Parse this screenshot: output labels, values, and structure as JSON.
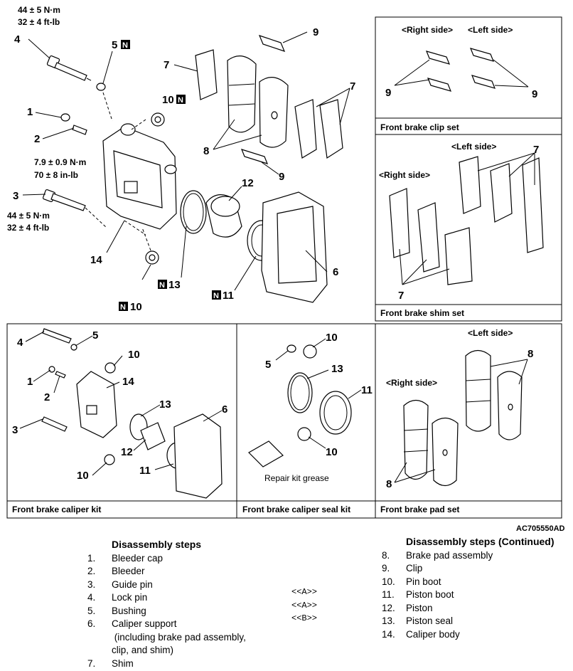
{
  "diagram": {
    "code": "AC705550AD",
    "torque": {
      "lock_pin_nm": "44 ± 5 N·m",
      "lock_pin_ftlb": "32 ± 4 ft-lb",
      "bleeder_nm": "7.9 ± 0.9 N·m",
      "bleeder_inlb": "70 ± 8 in-lb",
      "guide_pin_nm": "44 ± 5 N·m",
      "guide_pin_ftlb": "32 ± 4 ft-lb"
    },
    "main_callouts": [
      "1",
      "2",
      "3",
      "4",
      "5",
      "6",
      "7",
      "7",
      "8",
      "9",
      "9",
      "10",
      "10",
      "11",
      "12",
      "13",
      "14"
    ],
    "n_mark": "N",
    "panels": {
      "clip_set": {
        "caption": "Front brake clip set",
        "right_side": "<Right side>",
        "left_side": "<Left side>",
        "callout_a": "9",
        "callout_b": "9"
      },
      "shim_set": {
        "caption": "Front brake shim set",
        "right_side": "<Right side>",
        "left_side": "<Left side>",
        "callout_a": "7",
        "callout_b": "7"
      },
      "caliper_kit": {
        "caption": "Front brake caliper kit",
        "callouts": [
          "4",
          "5",
          "10",
          "1",
          "14",
          "2",
          "13",
          "6",
          "3",
          "12",
          "10",
          "11"
        ]
      },
      "seal_kit": {
        "caption": "Front brake caliper seal kit",
        "callouts": [
          "10",
          "5",
          "13",
          "11",
          "10"
        ],
        "grease_label": "Repair kit grease"
      },
      "pad_set": {
        "caption": "Front brake pad set",
        "right_side": "<Right side>",
        "left_side": "<Left side>",
        "callout_a": "8",
        "callout_b": "8"
      }
    }
  },
  "steps": {
    "left_title": "Disassembly steps",
    "right_title": "Disassembly steps (Continued)",
    "left": [
      {
        "num": "1.",
        "text": "Bleeder cap",
        "ref": ""
      },
      {
        "num": "2.",
        "text": "Bleeder",
        "ref": ""
      },
      {
        "num": "3.",
        "text": "Guide pin",
        "ref": ""
      },
      {
        "num": "4.",
        "text": "Lock pin",
        "ref": "<<A>>"
      },
      {
        "num": "5.",
        "text": "Bushing",
        "ref": "<<A>>"
      },
      {
        "num": "6.",
        "text": "Caliper support",
        "ref": "<<B>>"
      },
      {
        "num": "",
        "text": " (including brake pad assembly,",
        "ref": ""
      },
      {
        "num": "",
        "text": "clip, and shim)",
        "ref": ""
      },
      {
        "num": "7.",
        "text": "Shim",
        "ref": ""
      }
    ],
    "right": [
      {
        "num": "8.",
        "text": "Brake pad assembly"
      },
      {
        "num": "9.",
        "text": "Clip"
      },
      {
        "num": "10.",
        "text": "Pin boot"
      },
      {
        "num": "11.",
        "text": "Piston boot"
      },
      {
        "num": "12.",
        "text": "Piston"
      },
      {
        "num": "13.",
        "text": "Piston seal"
      },
      {
        "num": "14.",
        "text": "Caliper body"
      }
    ]
  }
}
